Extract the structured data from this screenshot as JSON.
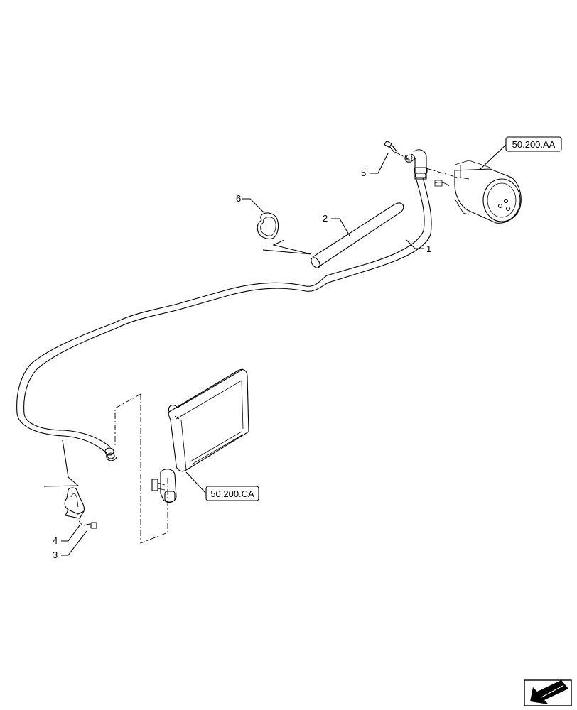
{
  "callouts": [
    {
      "id": "1",
      "label": "1"
    },
    {
      "id": "2",
      "label": "2"
    },
    {
      "id": "3",
      "label": "3"
    },
    {
      "id": "4",
      "label": "4"
    },
    {
      "id": "5",
      "label": "5"
    },
    {
      "id": "6",
      "label": "6"
    }
  ],
  "references": {
    "compressor": "50.200.AA",
    "evaporator": "50.200.CA"
  },
  "icons": {
    "nav": "next-page-arrow-icon"
  }
}
